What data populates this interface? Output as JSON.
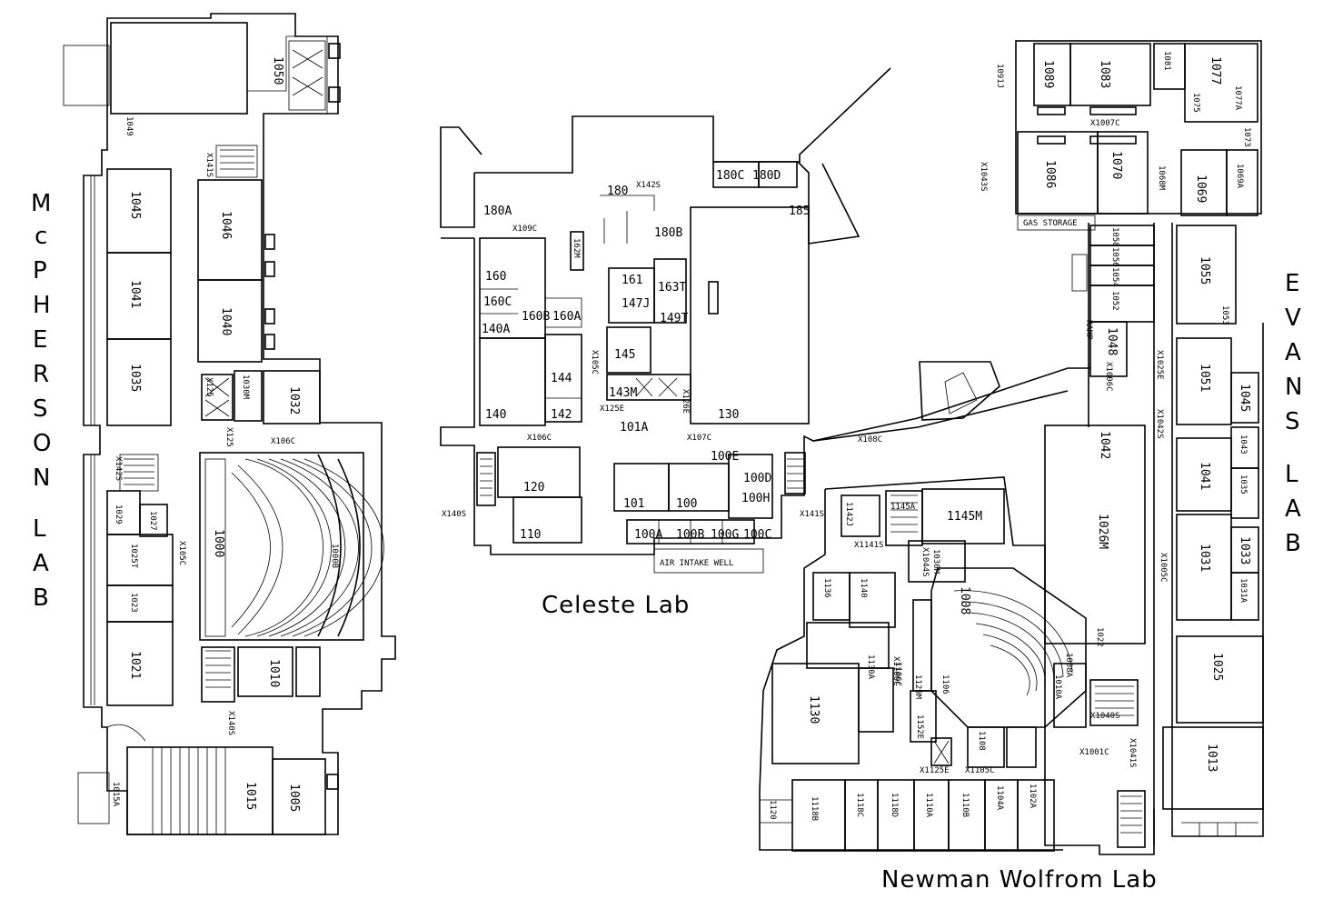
{
  "buildings": {
    "mcpherson": {
      "letters": [
        "M",
        "c",
        "P",
        "H",
        "E",
        "R",
        "S",
        "O",
        "N",
        "",
        "L",
        "A",
        "B"
      ]
    },
    "celeste": {
      "name": "Celeste Lab"
    },
    "evans": {
      "letters": [
        "E",
        "V",
        "A",
        "N",
        "S",
        "",
        "L",
        "A",
        "B"
      ]
    },
    "newman": {
      "name": "Newman Wolfrom Lab"
    }
  },
  "rooms": {
    "mcpherson": [
      "1050",
      "1049",
      "1045",
      "1046",
      "1041",
      "1040",
      "1035",
      "1032",
      "1030M",
      "1000",
      "1000B",
      "1029",
      "1027",
      "1025T",
      "1023",
      "1021",
      "1010",
      "1015",
      "1015A",
      "1005"
    ],
    "mcpherson_corridors": [
      "X141S",
      "X125",
      "X125",
      "X106C",
      "X142S",
      "X105C",
      "X140S"
    ],
    "celeste": [
      "180",
      "180A",
      "180B",
      "180C",
      "180D",
      "185",
      "162M",
      "160",
      "160C",
      "160B",
      "160A",
      "140A",
      "161",
      "147J",
      "163T",
      "149T",
      "145",
      "144",
      "143M",
      "142",
      "140",
      "130",
      "101A",
      "100E",
      "100D",
      "100H",
      "120",
      "110",
      "101",
      "100",
      "100A",
      "100B",
      "100G",
      "100C"
    ],
    "celeste_corridors": [
      "X142S",
      "X109C",
      "X105C",
      "X125E",
      "X126E",
      "X106C",
      "X107C",
      "X140S",
      "X141S",
      "X108C"
    ],
    "celeste_other": [
      "AIR INTAKE WELL"
    ],
    "evans": [
      "1089",
      "1083",
      "1081",
      "1077",
      "1091J",
      "1075",
      "1077A",
      "1073",
      "1086",
      "1070",
      "1069",
      "1069A",
      "1068M",
      "1055",
      "1058",
      "1056",
      "1054",
      "1052",
      "1048",
      "1053",
      "1051",
      "1045",
      "1043",
      "1035",
      "1041",
      "1042",
      "1031",
      "1033",
      "1031A",
      "1026M",
      "1025",
      "1022",
      "1013"
    ],
    "evans_corridors": [
      "X1007C",
      "X1043S",
      "X1025E",
      "X1006C",
      "X1042S",
      "X1005C",
      "X1040S",
      "X1001C",
      "X1041S"
    ],
    "evans_other": [
      "RAMP",
      "GAS STORAGE"
    ],
    "newman": [
      "1145A",
      "1142J",
      "1145M",
      "1136",
      "1140",
      "1030M",
      "1008",
      "1130A",
      "1130",
      "1120",
      "1118B",
      "1118C",
      "1118D",
      "1110A",
      "1110B",
      "1104A",
      "1102A",
      "1106C",
      "1008A",
      "1010A",
      "1106",
      "1108",
      "1152E",
      "1129M"
    ],
    "newman_corridors": [
      "X1044S",
      "X1141S",
      "X1106C",
      "X1105C",
      "X1125E"
    ]
  }
}
